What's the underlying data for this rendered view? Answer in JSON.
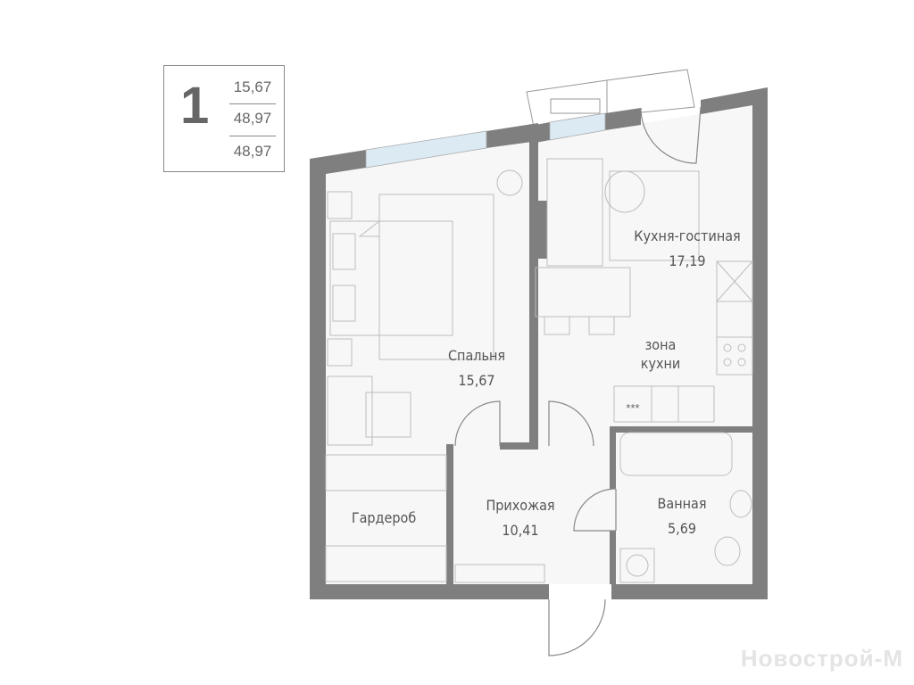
{
  "summary": {
    "rooms": "1",
    "living_area": "15,67",
    "total_area": "48,97",
    "area_with_balcony": "48,97"
  },
  "rooms": [
    {
      "name": "Спальня",
      "area": "15,67"
    },
    {
      "name": "Кухня-гостиная",
      "area": "17,19"
    },
    {
      "name": "зона",
      "name2": "кухни"
    },
    {
      "name": "Гардероб"
    },
    {
      "name": "Прихожая",
      "area": "10,41"
    },
    {
      "name": "Ванная",
      "area": "5,69"
    }
  ],
  "stove_marks": "***",
  "watermark": "Новострой-М",
  "colors": {
    "wall": "#7f7f7f",
    "window": "#dbeaf3",
    "furniture": "#bdbdbd",
    "text": "#555555"
  }
}
